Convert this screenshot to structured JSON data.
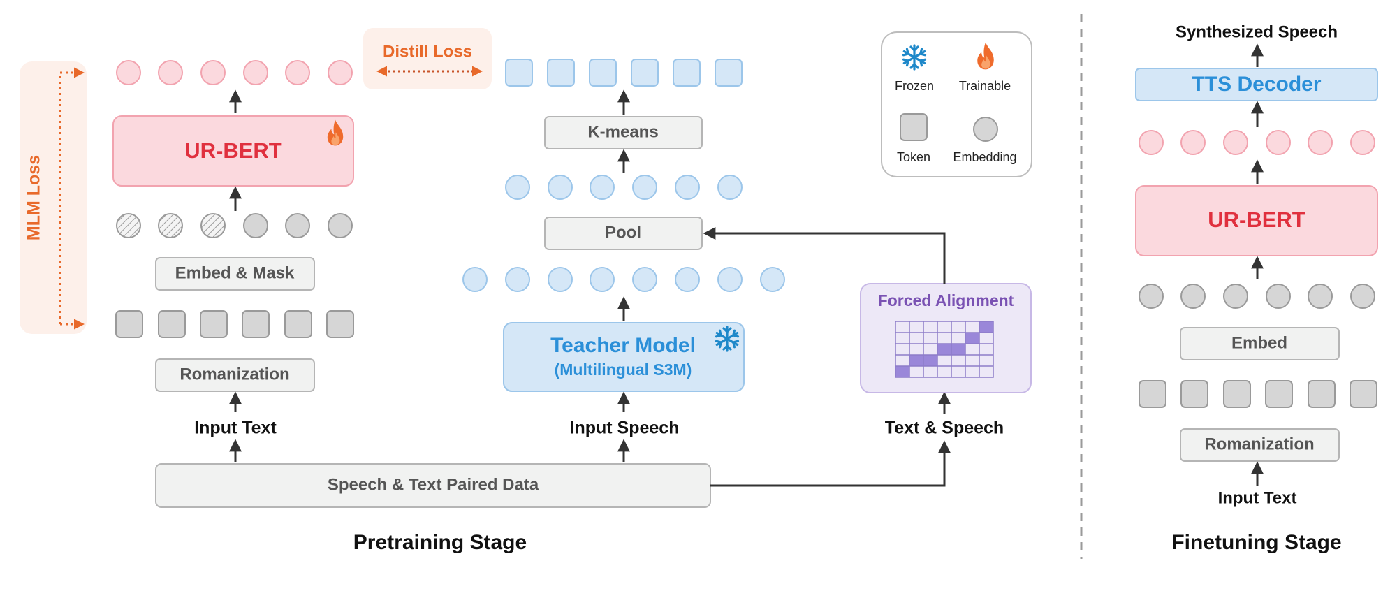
{
  "pretraining": {
    "stage_title": "Pretraining Stage",
    "mlm_loss": "MLM Loss",
    "distill_loss": "Distill Loss",
    "ur_bert": "UR-BERT",
    "embed_mask": "Embed & Mask",
    "romanization": "Romanization",
    "input_text": "Input Text",
    "kmeans": "K-means",
    "pool": "Pool",
    "teacher_title": "Teacher Model",
    "teacher_subtitle": "(Multilingual S3M)",
    "input_speech": "Input Speech",
    "forced_alignment": "Forced Alignment",
    "text_speech": "Text & Speech",
    "paired_data": "Speech & Text Paired Data"
  },
  "legend": {
    "frozen": "Frozen",
    "trainable": "Trainable",
    "token": "Token",
    "embedding": "Embedding"
  },
  "finetuning": {
    "stage_title": "Finetuning Stage",
    "output": "Synthesized Speech",
    "tts_decoder": "TTS Decoder",
    "ur_bert": "UR-BERT",
    "embed": "Embed",
    "romanization": "Romanization",
    "input_text": "Input Text"
  },
  "colors": {
    "pink_fill": "#fbd9de",
    "pink_stroke": "#f2a3af",
    "red_text": "#e0303e",
    "blue_fill": "#d5e7f7",
    "blue_stroke": "#9cc6ea",
    "blue_text": "#2b8fd8",
    "gray_fill": "#d6d6d6",
    "gray_stroke": "#9a9a9a",
    "orange": "#e8692a",
    "purple": "#7a52b3"
  },
  "icons": {
    "frozen": "snowflake-icon",
    "trainable": "flame-icon"
  }
}
